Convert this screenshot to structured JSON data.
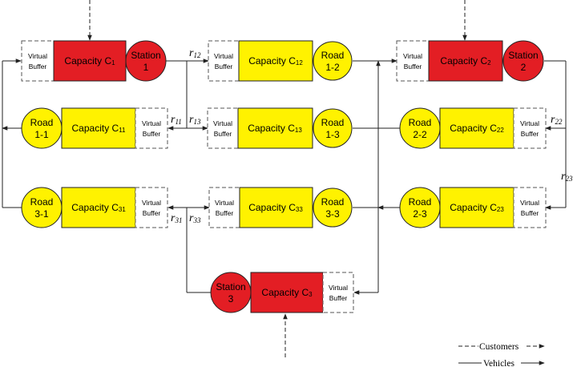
{
  "colors": {
    "red": "#e31e24",
    "yellow": "#fff200",
    "line": "#222222"
  },
  "virtual_buffer": [
    "Virtual",
    "Buffer"
  ],
  "capacity_word": "Capacity C",
  "stations": {
    "s1": {
      "line1": "Station",
      "line2": "1",
      "cap_sub": "1"
    },
    "s2": {
      "line1": "Station",
      "line2": "2",
      "cap_sub": "2"
    },
    "s3": {
      "line1": "Station",
      "line2": "3",
      "cap_sub": "3"
    }
  },
  "roads": {
    "r12": {
      "line1": "Road",
      "line2": "1-2",
      "cap_sub": "12"
    },
    "r11": {
      "line1": "Road",
      "line2": "1-1",
      "cap_sub": "11"
    },
    "r13": {
      "line1": "Road",
      "line2": "1-3",
      "cap_sub": "13"
    },
    "r22": {
      "line1": "Road",
      "line2": "2-2",
      "cap_sub": "22"
    },
    "r31": {
      "line1": "Road",
      "line2": "3-1",
      "cap_sub": "31"
    },
    "r33": {
      "line1": "Road",
      "line2": "3-3",
      "cap_sub": "33"
    },
    "r23": {
      "line1": "Road",
      "line2": "2-3",
      "cap_sub": "23"
    }
  },
  "routing_labels": {
    "r12": {
      "r": "r",
      "sub": "12"
    },
    "r11": {
      "r": "r",
      "sub": "11"
    },
    "r13": {
      "r": "r",
      "sub": "13"
    },
    "r22": {
      "r": "r",
      "sub": "22"
    },
    "r23": {
      "r": "r",
      "sub": "23"
    },
    "r31": {
      "r": "r",
      "sub": "31"
    },
    "r33": {
      "r": "r",
      "sub": "33"
    }
  },
  "legend": {
    "customers": "Customers",
    "vehicles": "Vehicles"
  }
}
